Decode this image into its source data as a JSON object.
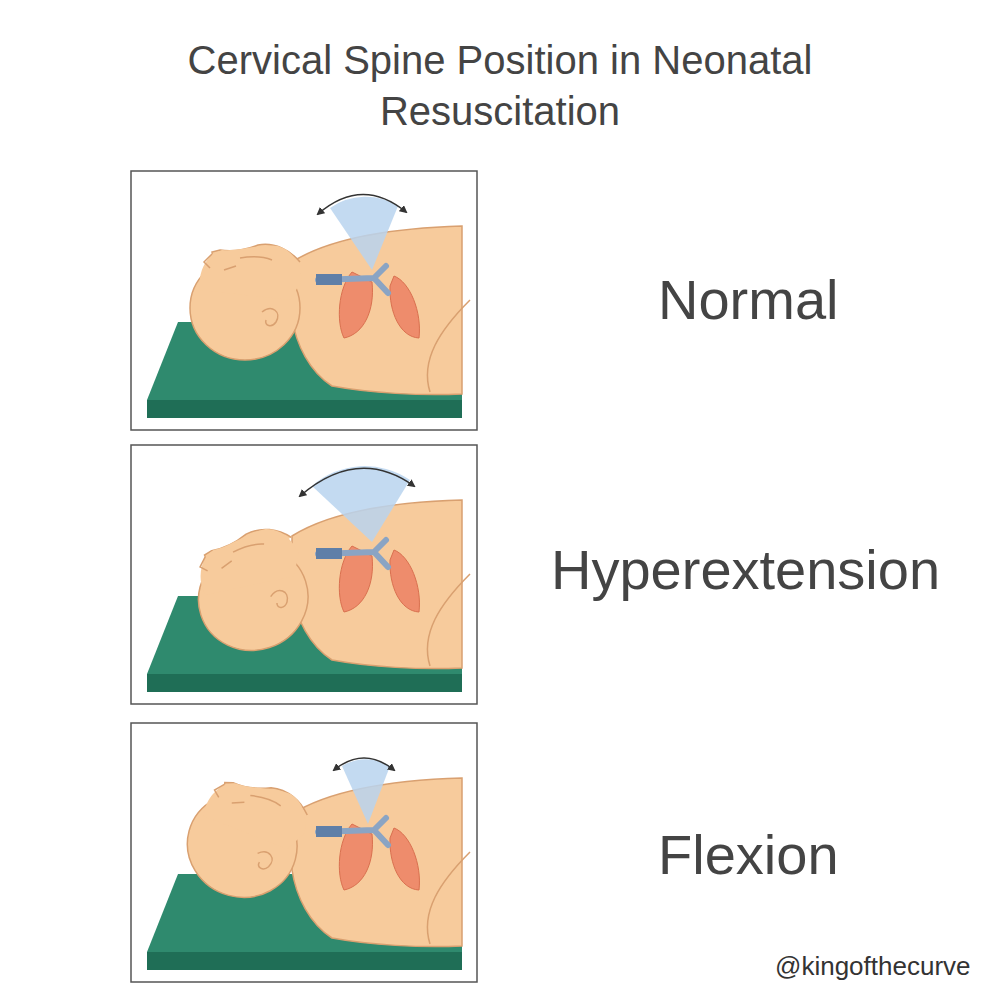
{
  "diagram": {
    "title": "Cervical Spine Position in Neonatal Resuscitation",
    "labels": [
      "Normal",
      "Hyperextension",
      "Flexion",
      "@kingofthecurve"
    ]
  }
}
